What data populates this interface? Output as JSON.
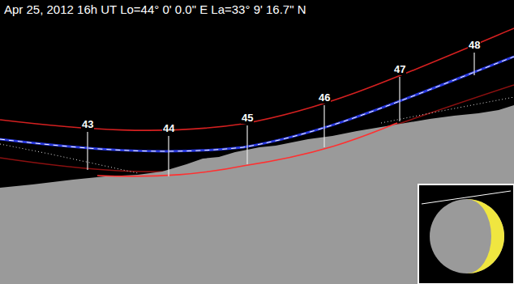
{
  "diagram": {
    "title": "Apr 25, 2012 16h UT  Lo=44° 0' 0.0\" E  La=33° 9' 16.7\" N",
    "labels": [
      "43",
      "44",
      "45",
      "46",
      "47",
      "48"
    ]
  }
}
